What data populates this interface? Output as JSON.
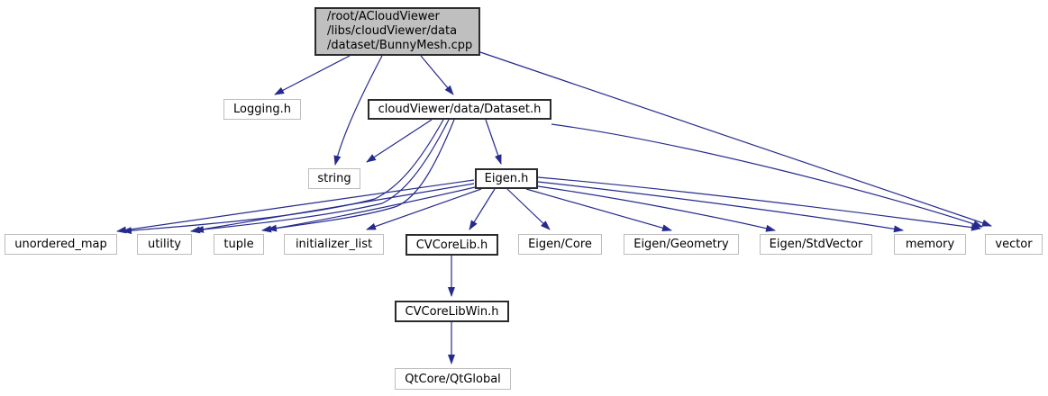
{
  "diagram": {
    "type": "include-dependency-graph",
    "colors": {
      "edge": "#252a8d",
      "root_fill": "#bfbfbf",
      "linked_border": "#2b2b2b",
      "system_border": "#bdbdbd",
      "background": "#ffffff"
    },
    "nodes": [
      {
        "id": "bunnymesh",
        "label": "/root/ACloudViewer\n/libs/cloudViewer/data\n/dataset/BunnyMesh.cpp",
        "kind": "root"
      },
      {
        "id": "logging",
        "label": "Logging.h",
        "kind": "system"
      },
      {
        "id": "dataset",
        "label": "cloudViewer/data/Dataset.h",
        "kind": "linked"
      },
      {
        "id": "string",
        "label": "string",
        "kind": "system"
      },
      {
        "id": "eigen",
        "label": "Eigen.h",
        "kind": "linked"
      },
      {
        "id": "unorderedmap",
        "label": "unordered_map",
        "kind": "system"
      },
      {
        "id": "utility",
        "label": "utility",
        "kind": "system"
      },
      {
        "id": "tuple",
        "label": "tuple",
        "kind": "system"
      },
      {
        "id": "initlist",
        "label": "initializer_list",
        "kind": "system"
      },
      {
        "id": "cvcorelib",
        "label": "CVCoreLib.h",
        "kind": "linked"
      },
      {
        "id": "eigencore",
        "label": "Eigen/Core",
        "kind": "system"
      },
      {
        "id": "eigengeom",
        "label": "Eigen/Geometry",
        "kind": "system"
      },
      {
        "id": "eigenstdvec",
        "label": "Eigen/StdVector",
        "kind": "system"
      },
      {
        "id": "memory",
        "label": "memory",
        "kind": "system"
      },
      {
        "id": "vector",
        "label": "vector",
        "kind": "system"
      },
      {
        "id": "cvcorelibwin",
        "label": "CVCoreLibWin.h",
        "kind": "linked"
      },
      {
        "id": "qtglobal",
        "label": "QtCore/QtGlobal",
        "kind": "system"
      }
    ],
    "edges": [
      [
        "bunnymesh",
        "logging"
      ],
      [
        "bunnymesh",
        "string"
      ],
      [
        "bunnymesh",
        "dataset"
      ],
      [
        "bunnymesh",
        "vector"
      ],
      [
        "dataset",
        "string"
      ],
      [
        "dataset",
        "eigen"
      ],
      [
        "dataset",
        "unorderedmap"
      ],
      [
        "dataset",
        "utility"
      ],
      [
        "dataset",
        "tuple"
      ],
      [
        "dataset",
        "vector"
      ],
      [
        "eigen",
        "unorderedmap"
      ],
      [
        "eigen",
        "utility"
      ],
      [
        "eigen",
        "tuple"
      ],
      [
        "eigen",
        "initlist"
      ],
      [
        "eigen",
        "cvcorelib"
      ],
      [
        "eigen",
        "eigencore"
      ],
      [
        "eigen",
        "eigengeom"
      ],
      [
        "eigen",
        "eigenstdvec"
      ],
      [
        "eigen",
        "memory"
      ],
      [
        "eigen",
        "vector"
      ],
      [
        "cvcorelib",
        "cvcorelibwin"
      ],
      [
        "cvcorelibwin",
        "qtglobal"
      ]
    ]
  }
}
